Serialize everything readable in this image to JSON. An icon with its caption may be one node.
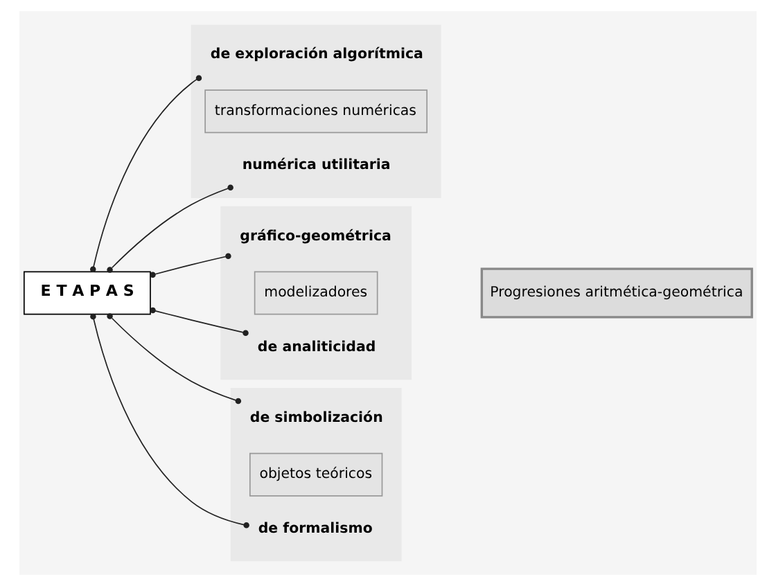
{
  "diagram": {
    "nodes": [
      {
        "text": [
          "E T A P A S"
        ]
      },
      {
        "text": [
          "Progresiones aritmética-geométrica"
        ]
      },
      {
        "text": [],
        "shape": "box"
      },
      {
        "text": [
          "de exploración algorítmica"
        ],
        "in": 2
      },
      {
        "text": [
          "transformaciones numéricas"
        ],
        "in": 2
      },
      {
        "text": [
          "numérica utilitaria"
        ],
        "in": 2
      },
      {
        "text": [],
        "shape": "box"
      },
      {
        "text": [
          "gráfico-geométrica"
        ],
        "in": 6
      },
      {
        "text": [
          "modelizadores"
        ],
        "in": 6
      },
      {
        "text": [
          "de analiticidad"
        ],
        "in": 6
      },
      {
        "text": [],
        "shape": "box"
      },
      {
        "text": [
          "de simbolización"
        ],
        "in": 10
      },
      {
        "text": [
          "objetos teóricos"
        ],
        "in": 10
      },
      {
        "text": [
          "de formalismo"
        ],
        "in": 10
      }
    ],
    "edges": [
      {
        "from": 0,
        "to": 3,
        "arrow": "other"
      },
      {
        "from": 0,
        "to": 5,
        "arrow": "other"
      },
      {
        "from": 0,
        "to": 7,
        "arrow": "other"
      },
      {
        "from": 0,
        "to": 9,
        "arrow": "other"
      },
      {
        "from": 0,
        "to": 11,
        "arrow": "other"
      },
      {
        "from": 0,
        "to": 13,
        "arrow": "other"
      }
    ]
  }
}
